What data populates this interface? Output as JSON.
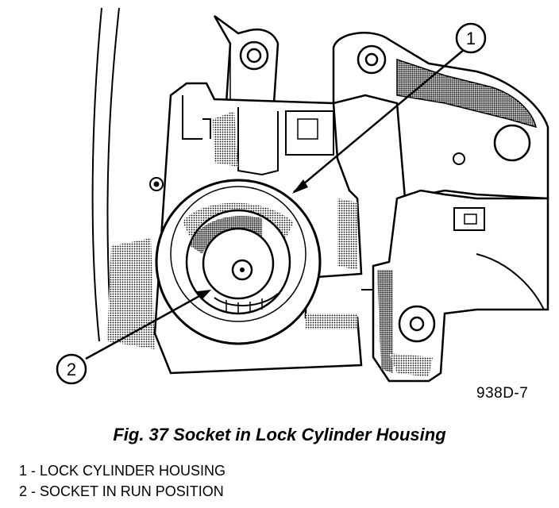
{
  "figure": {
    "id_label": "938D-7",
    "caption": "Fig. 37 Socket in Lock Cylinder Housing",
    "callouts": [
      {
        "number": "1"
      },
      {
        "number": "2"
      }
    ],
    "legend": [
      {
        "text": "1 - LOCK CYLINDER HOUSING"
      },
      {
        "text": "2 - SOCKET IN RUN POSITION"
      }
    ]
  }
}
